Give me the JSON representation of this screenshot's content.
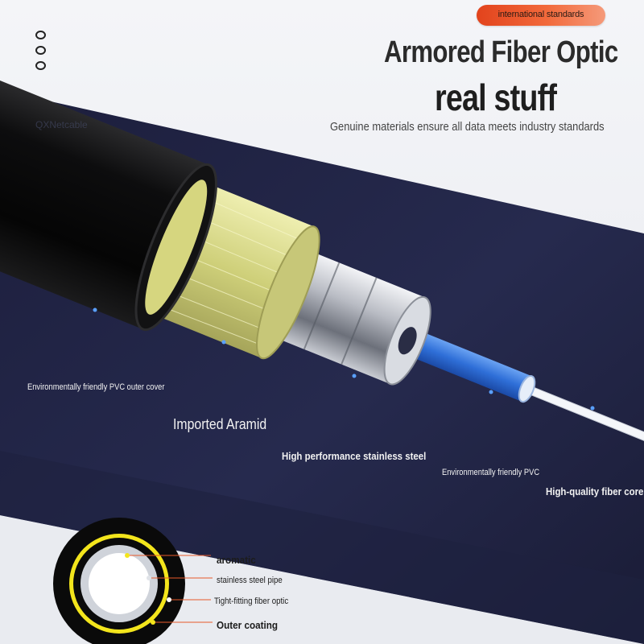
{
  "header": {
    "badge": "international standards",
    "title_line1": "Armored Fiber Optic",
    "title_line2": "real stuff",
    "subtitle": "Genuine materials ensure all data meets industry standards",
    "watermark": "QXNetcable"
  },
  "icons": {
    "menu": "three-dots-vertical-icon"
  },
  "callouts": [
    {
      "label": "Environmentally friendly PVC outer cover"
    },
    {
      "label": "Imported Aramid"
    },
    {
      "label": "High performance stainless steel"
    },
    {
      "label": "Environmentally friendly PVC"
    },
    {
      "label": "High-quality fiber core"
    }
  ],
  "cross_section": {
    "labels": [
      {
        "label": "aromatic"
      },
      {
        "label": "stainless steel pipe"
      },
      {
        "label": "Tight-fitting fiber optic"
      },
      {
        "label": "Outer coating"
      }
    ]
  },
  "colors": {
    "accent_orange": "#ef5a2a",
    "panel_navy": "#24274a",
    "callout_blue": "#3b7fd4",
    "inner_tube_blue": "#2f6fd8",
    "aramid_yellow": "#e3e18a",
    "cross_section_yellow": "#f3e51c"
  }
}
